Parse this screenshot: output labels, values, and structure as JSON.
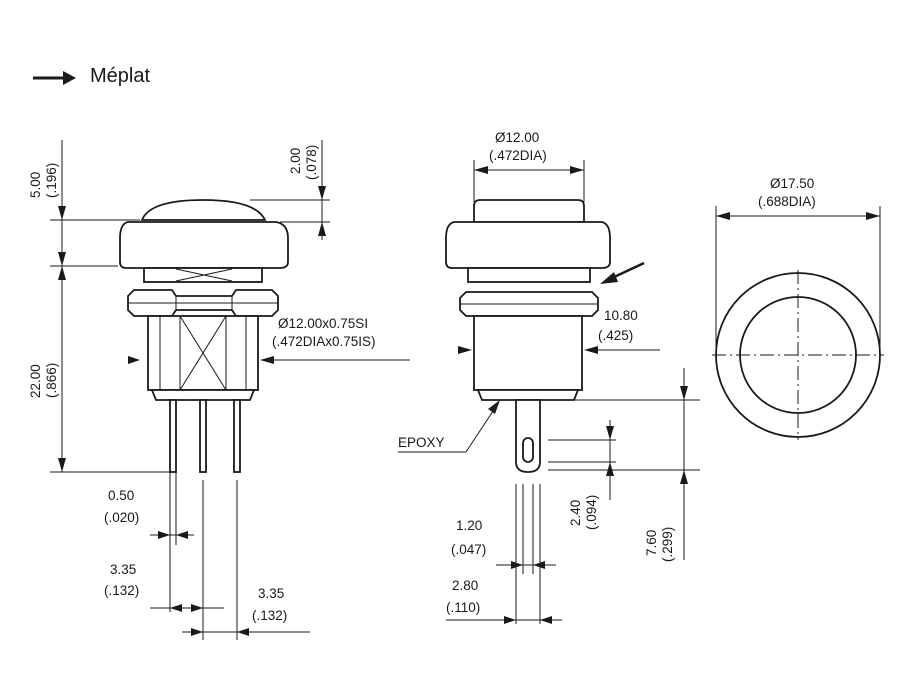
{
  "legend": {
    "icon": "arrow-right-icon",
    "label": "Méplat"
  },
  "dimensions": {
    "cap_height": {
      "mm": "5.00",
      "in": "(.196)"
    },
    "dome_height": {
      "mm": "2.00",
      "in": "(.078)"
    },
    "body_length": {
      "mm": "22.00",
      "in": "(.866)"
    },
    "thread": {
      "mm": "Ø12.00x0.75SI",
      "in": "(.472DIAx0.75IS)"
    },
    "terminal_width": {
      "mm": "0.50",
      "in": "(.020)"
    },
    "pitch_1": {
      "mm": "3.35",
      "in": "(.132)"
    },
    "pitch_2": {
      "mm": "3.35",
      "in": "(.132)"
    },
    "cap_diameter": {
      "mm": "Ø12.00",
      "in": "(.472DIA)"
    },
    "flat": {
      "mm": "10.80",
      "in": "(.425)"
    },
    "epoxy": "EPOXY",
    "hole": {
      "mm": "2.40",
      "in": "(.094)"
    },
    "terminal_length": {
      "mm": "7.60",
      "in": "(.299)"
    },
    "terminal_thickness": {
      "mm": "1.20",
      "in": "(.047)"
    },
    "terminal_tab": {
      "mm": "2.80",
      "in": "(.110)"
    },
    "outer_diameter": {
      "mm": "Ø17.50",
      "in": "(.688DIA)"
    }
  }
}
